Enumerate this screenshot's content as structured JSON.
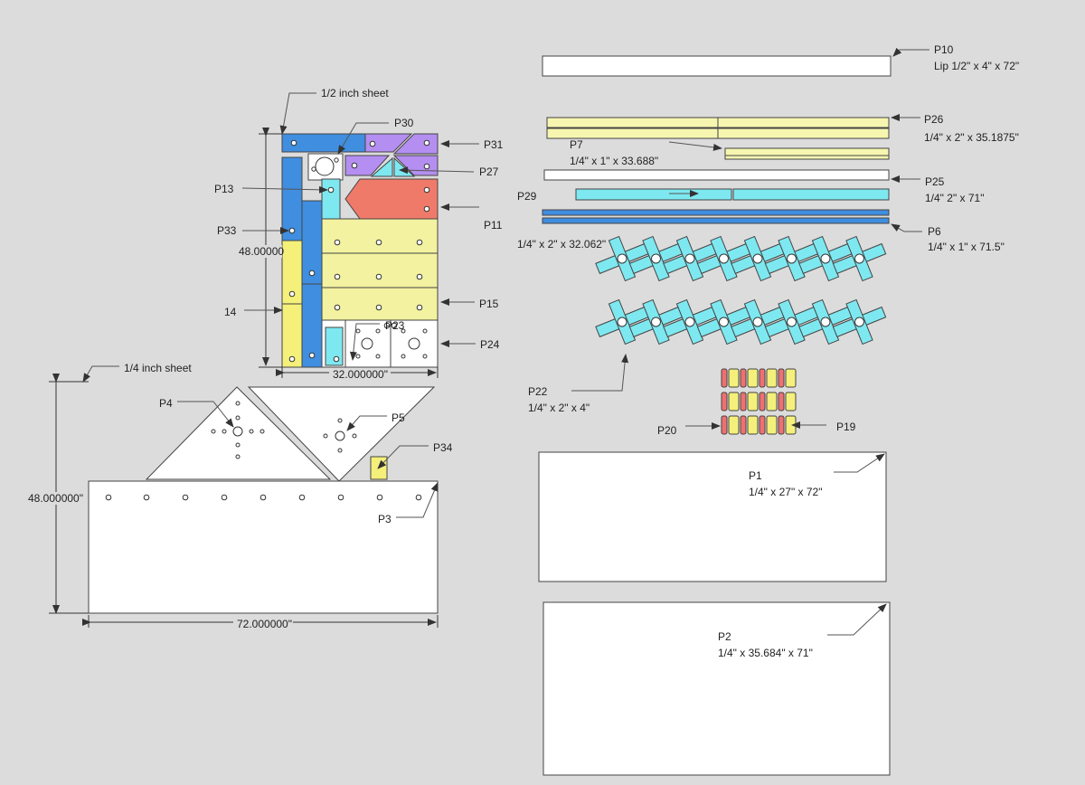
{
  "labels": {
    "half_sheet": "1/2 inch sheet",
    "quarter_sheet": "1/4 inch sheet",
    "p30": "P30",
    "p31": "P31",
    "p27": "P27",
    "p13": "P13",
    "p11": "P11",
    "p33": "P33",
    "p15": "P15",
    "p23": "P23",
    "p24": "P24",
    "p4": "P4",
    "p5": "P5",
    "p34": "P34",
    "p3": "P3",
    "p10": "P10",
    "p10_desc": "Lip 1/2\" x 4\" x 72\"",
    "p26": "P26",
    "p26_desc": "1/4\" x 2\" x 35.1875\"",
    "p7": "P7",
    "p7_desc": "1/4\" x 1\" x 33.688\"",
    "p25": "P25",
    "p25_desc": "1/4\" 2\" x 71\"",
    "p29": "P29",
    "p29_desc": "1/4\" x 2\" x 32.062\"",
    "p6": "P6",
    "p6_desc": "1/4\" x 1\" x 71.5\"",
    "p22": "P22",
    "p22_desc": "1/4\" x 2\" x 4\"",
    "p20": "P20",
    "p19": "P19",
    "p1": "P1",
    "p1_desc": "1/4\" x 27\" x 72\"",
    "p2": "P2",
    "p2_desc": "1/4\" x 35.684\" x 71\""
  },
  "dimensions": {
    "half_height": "48.00000",
    "half_width": "32.000000\"",
    "fourteen": "14",
    "quarter_height": "48.000000\"",
    "quarter_width": "72.000000\""
  },
  "colors": {
    "background": "#dcdcdc",
    "blue": "#3f8ee0",
    "purple": "#b48ef0",
    "cyan": "#7ee8f0",
    "salmon": "#f07a6a",
    "yellow": "#f2f2a0",
    "bright_yellow": "#f4f07a",
    "pale_yellow": "#f6f6b0",
    "white": "#ffffff",
    "red": "#f07070"
  },
  "cross_rows": [
    {
      "count": 8
    },
    {
      "count": 8
    }
  ],
  "peg_rows": [
    {
      "count": 8
    },
    {
      "count": 8
    },
    {
      "count": 8
    }
  ]
}
